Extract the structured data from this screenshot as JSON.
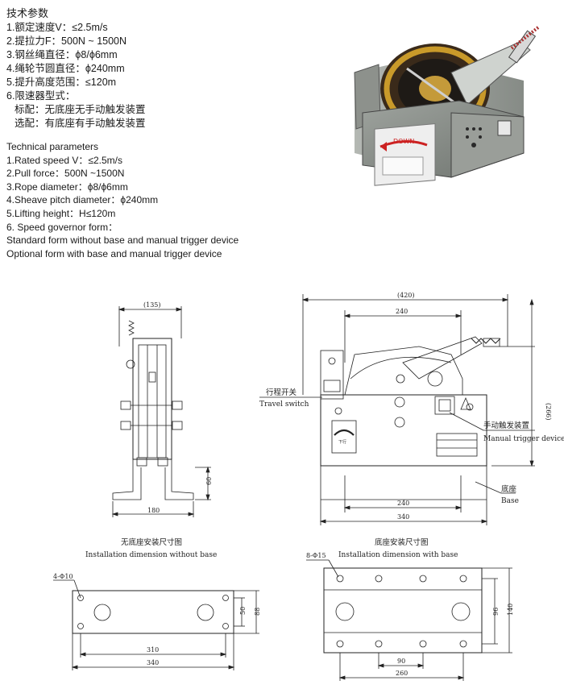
{
  "specs_cn": {
    "heading": "技术参数",
    "lines": [
      "1.额定速度V：≤2.5m/s",
      "2.提拉力F：500N ~ 1500N",
      "3.钢丝绳直径：ϕ8/ϕ6mm",
      "4.绳轮节圆直径：ϕ240mm",
      "5.提升高度范围：≤120m",
      "6.限速器型式："
    ],
    "std": "标配：无底座无手动触发装置",
    "opt": "选配：有底座有手动触发装置"
  },
  "specs_en": {
    "heading": "Technical parameters",
    "lines": [
      "1.Rated speed V：≤2.5m/s",
      "2.Pull force：500N ~1500N",
      "3.Rope diameter：ϕ8/ϕ6mm",
      "4.Sheave pitch diameter：ϕ240mm",
      "5.Lifting height：H≤120m",
      "6. Speed governor form："
    ],
    "std": "Standard form without base and manual trigger device",
    "opt": "Optional form with base and manual trigger device"
  },
  "photo": {
    "label": "DOWN"
  },
  "side_view": {
    "dim_top": "(135)",
    "dim_bottom": "180",
    "dim_right": "60"
  },
  "front_view": {
    "dim_overall": "(420)",
    "dim_240_top": "240",
    "dim_height": "(266)",
    "dim_240_bottom": "240",
    "dim_340": "340",
    "travel_switch_cn": "行程开关",
    "travel_switch_en": "Travel switch",
    "manual_trigger_cn": "手动触发装置",
    "manual_trigger_en": "Manual trigger device",
    "base_cn": "底座",
    "base_en": "Base",
    "dial_label": "下行"
  },
  "install_no_base": {
    "title_cn": "无底座安装尺寸图",
    "title_en": "Installation dimension without base",
    "holes": "4-Φ10",
    "dim_50": "50",
    "dim_88": "88",
    "dim_310": "310",
    "dim_340": "340"
  },
  "install_with_base": {
    "title_cn": "底座安装尺寸图",
    "title_en": "Installation dimension with base",
    "holes": "8-Φ15",
    "dim_96": "96",
    "dim_140": "140",
    "dim_90": "90",
    "dim_260": "260"
  }
}
